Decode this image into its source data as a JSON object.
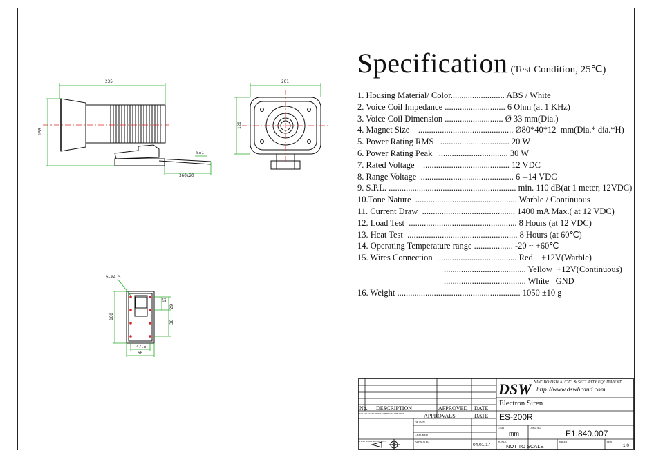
{
  "title": {
    "main": "Specification",
    "condition": "(Test Condition, 25℃)"
  },
  "specs": [
    "1. Housing Material/ Color......................... ABS / White",
    "2. Voice Coil Impedance ............................ 6 Ohm (at 1 KHz)",
    "3. Voice Coil Dimension ........................... Ø 33 mm(Dia.)",
    "4. Magnet Size    ............................................ Ø80*40*12  mm(Dia.* dia.*H)",
    "5. Power Rating RMS   ................................ 20 W",
    "6. Power Rating Peak   ................................ 30 W",
    "7. Rated Voltage    ........................................ 12 VDC",
    "8. Range Voltage  ........................................... 6 --14 VDC",
    "9. S.P.L. ........................................................... min. 110 dB(at 1 meter, 12VDC)",
    "10.Tone Nature  ............................................... Warble / Continuous",
    "11. Current Draw  ........................................... 1400 mA Max.( at 12 VDC)",
    "12. Load Test  .................................................. 8 Hours (at 12 VDC)",
    "13. Heat Test  ................................................... 8 Hours (at 60℃)",
    "14. Operating Temperature range .................. -20 ~ +60℃",
    "15. Wires Connection  ..................................... Red    +12V(Warble)",
    "                                        ...................................... Yellow  +12V(Continuous)",
    "                                        ...................................... White   GND",
    "16. Weight ......................................................... 1050 ±10 g"
  ],
  "dimensions": {
    "side_width": "235",
    "side_height": "155",
    "wire_small": "5±1",
    "wire_length": "360±20",
    "front_width": "201",
    "front_height": "120",
    "mount_holes": "6-ø4.5",
    "mount_height": "100",
    "mount_h1": "17",
    "mount_h2": "29",
    "mount_h3": "38",
    "mount_w1": "47.5",
    "mount_w2": "60"
  },
  "title_block": {
    "company": "NINGBO DSW AUDIO & SECURITY EQUIPMENT",
    "logo": "DSW",
    "url": "http://www.dswbrand.com",
    "no_label": "No.",
    "description_label": "DESCRIPTION",
    "approved_label": "APPROVED",
    "date_label": "DATE",
    "approvals_label": "APPROVALS",
    "date_label2": "DATE",
    "product_name": "Electron Siren",
    "model": "ES-200R",
    "drawn_label": "DRAWN",
    "checked_label": "CHECKED",
    "approved_label2": "APPROVED",
    "unit_label": "UNIT",
    "unit_value": "mm",
    "dwg_label": "DWG NO.",
    "dwg_value": "E1.840.007",
    "scale_label": "SCALE",
    "scale_value": "NOT TO SCALE",
    "sheet_label": "SHEET",
    "ver_label": "VER",
    "ver_value": "1.0",
    "date_value": "04.01.17",
    "projection_label": "FIRST ANGLE PROJECTION",
    "tolerance_note": "TOLERANCES UNLESS OTHERWISE SPECIFIED"
  }
}
